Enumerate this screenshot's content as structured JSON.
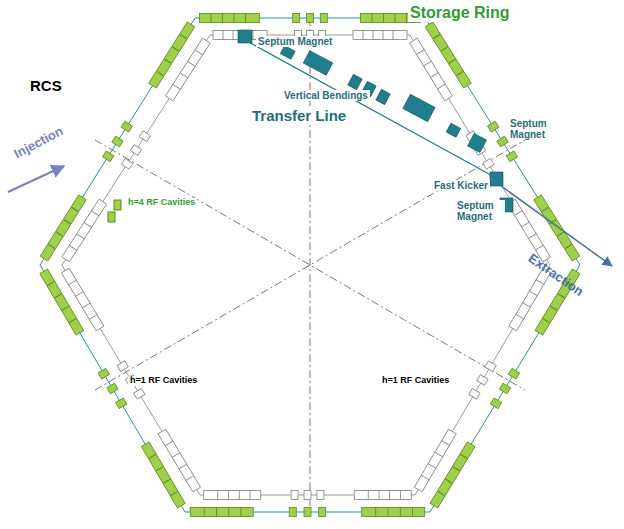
{
  "diagram": {
    "labels": [
      "Storage Ring",
      "RCS",
      "Septum Magnet",
      "Vertical Bendings",
      "Transfer Line",
      "Septum Magnet",
      "Fast Kicker",
      "Septum Magnet",
      "Injection",
      "Extraction",
      "h=4 RF Cavities",
      "h=1 RF Cavities",
      "h=1 RF Cavities"
    ]
  }
}
